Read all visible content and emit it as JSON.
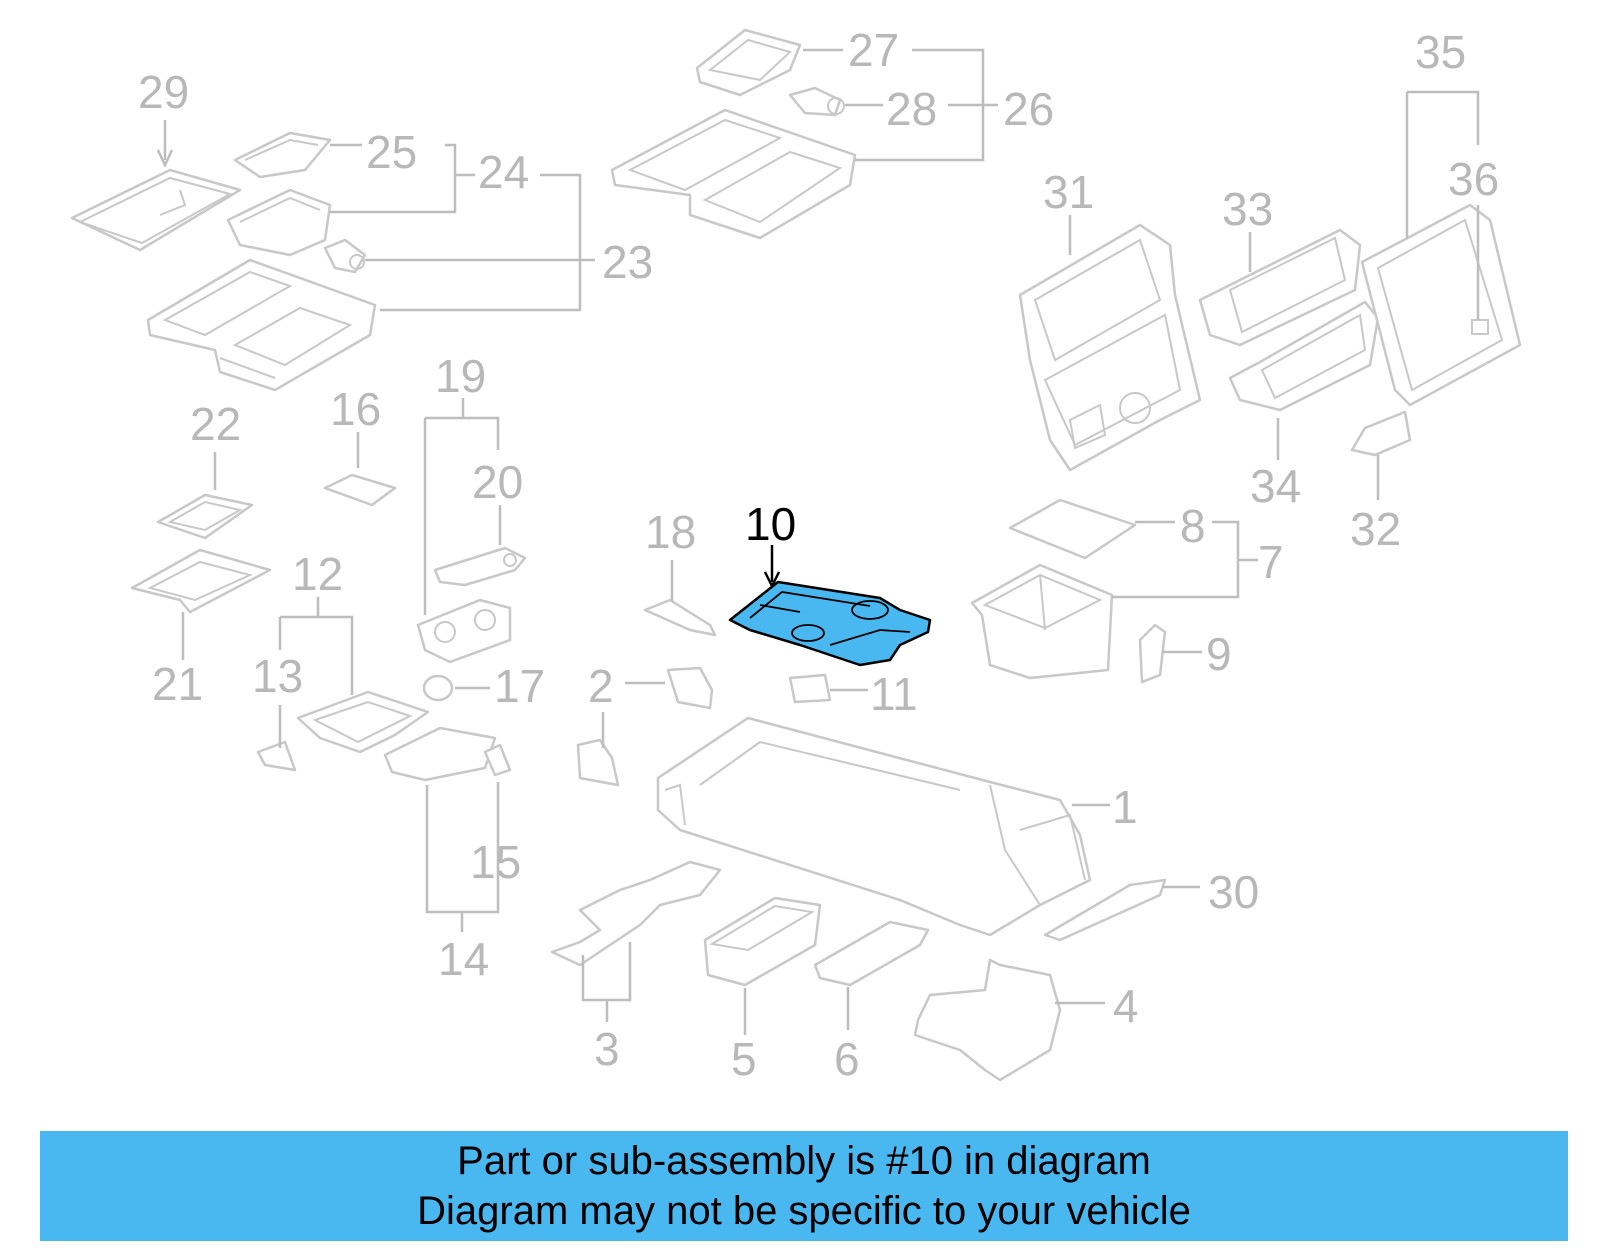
{
  "diagram": {
    "highlighted_part": "10",
    "callouts": [
      "1",
      "2",
      "3",
      "4",
      "5",
      "6",
      "7",
      "8",
      "9",
      "10",
      "11",
      "12",
      "13",
      "14",
      "15",
      "16",
      "17",
      "18",
      "19",
      "20",
      "21",
      "22",
      "23",
      "24",
      "25",
      "26",
      "27",
      "28",
      "29",
      "30",
      "31",
      "32",
      "33",
      "34",
      "35",
      "36"
    ],
    "colors": {
      "highlight": "#4ab8f0",
      "line": "#c8c8c8",
      "label": "#b8b8b8",
      "active": "#000000"
    }
  },
  "banner": {
    "line1": "Part or sub-assembly is #10 in diagram",
    "line2": "Diagram may not be specific to your vehicle",
    "background": "#4ab8f0"
  }
}
